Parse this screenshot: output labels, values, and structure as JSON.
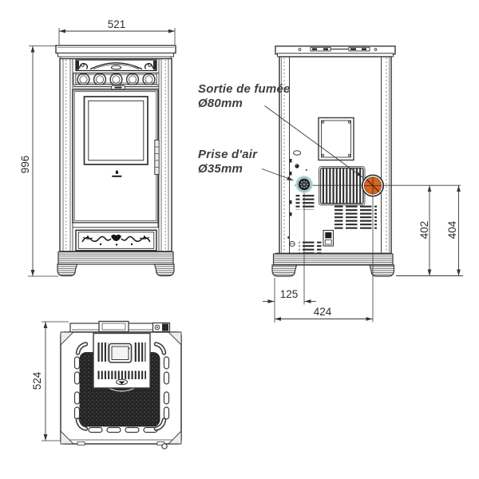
{
  "drawing": {
    "annotations": {
      "smoke_outlet": {
        "title": "Sortie de fumée",
        "diameter": "Ø80mm"
      },
      "air_intake": {
        "title": "Prise d'air",
        "diameter": "Ø35mm"
      }
    },
    "dimensions": {
      "front_width_mm": "521",
      "front_height_mm": "996",
      "top_depth_mm": "524",
      "air_intake_height_mm": "402",
      "smoke_outlet_height_mm": "404",
      "air_intake_offset_mm": "125",
      "smoke_outlet_offset_mm": "424"
    },
    "colors": {
      "smoke_outlet": "#d9641f",
      "air_intake_halo": "#a9dbd8",
      "line": "#3a3a3a"
    }
  }
}
